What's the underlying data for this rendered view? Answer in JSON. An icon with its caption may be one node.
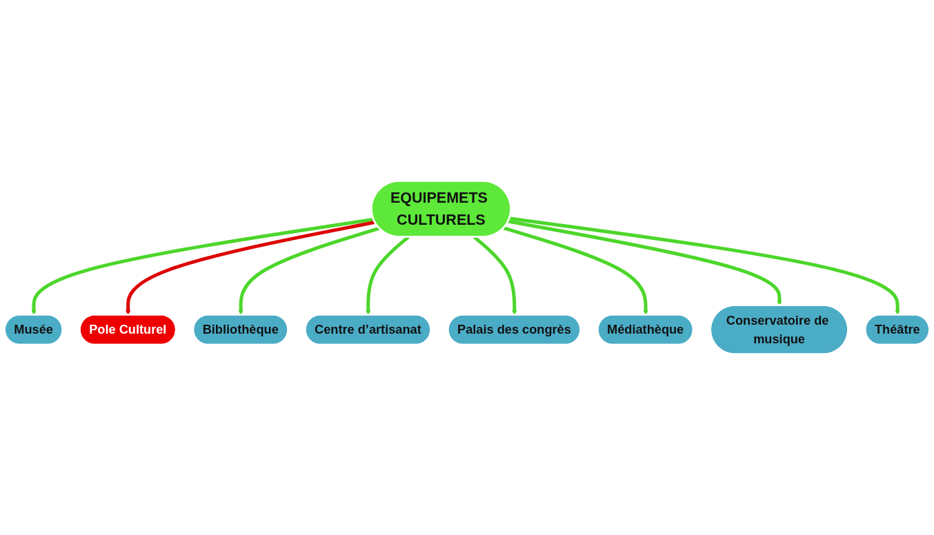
{
  "diagram": {
    "nodes": [
      {
        "text": [
          "Musée"
        ]
      },
      {
        "text": [
          "Pole Culturel"
        ]
      },
      {
        "text": [
          "Bibliothèque"
        ]
      },
      {
        "text": [
          "Centre d’artisanat"
        ]
      },
      {
        "text": [
          "EQUIPEMETS CULTURELS"
        ]
      },
      {
        "text": [
          "Palais des congrès"
        ]
      },
      {
        "text": [
          "Médiathèque"
        ]
      },
      {
        "text": [
          "Conservatoire de musique"
        ]
      },
      {
        "text": [
          "Théâtre"
        ]
      }
    ],
    "edges": [
      {
        "from": 4,
        "to": 0,
        "arrow": "to"
      },
      {
        "from": 4,
        "to": 1,
        "arrow": "to",
        "color": "#dd0000"
      },
      {
        "from": 4,
        "to": 2,
        "arrow": "to"
      },
      {
        "from": 4,
        "to": 3,
        "arrow": "to"
      },
      {
        "from": 4,
        "to": 5,
        "arrow": "to"
      },
      {
        "from": 4,
        "to": 6,
        "arrow": "to"
      },
      {
        "from": 4,
        "to": 7,
        "arrow": "to"
      },
      {
        "from": 4,
        "to": 8,
        "arrow": "to"
      }
    ]
  }
}
